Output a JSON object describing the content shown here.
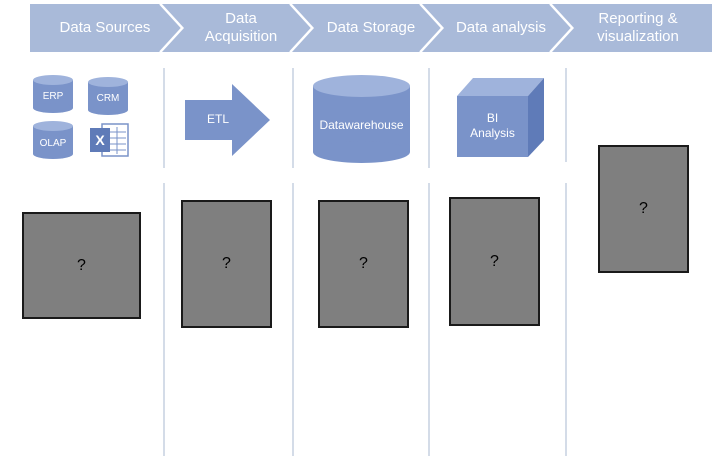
{
  "stages": [
    {
      "label": "Data Sources"
    },
    {
      "label": "Data\nAcquisition"
    },
    {
      "label": "Data Storage"
    },
    {
      "label": "Data analysis"
    },
    {
      "label": "Reporting &\nvisualization"
    }
  ],
  "icons": {
    "erp": "ERP",
    "crm": "CRM",
    "olap": "OLAP",
    "excel_letter": "X",
    "etl": "ETL",
    "datawarehouse": "Datawarehouse",
    "bi_analysis": "BI\nAnalysis"
  },
  "placeholders": [
    "?",
    "?",
    "?",
    "?",
    "?"
  ],
  "colors": {
    "chevron": "#a9bad9",
    "icon_fill": "#7a93c9",
    "icon_dark": "#5f7bb8",
    "placeholder_fill": "#7f7f7f"
  }
}
